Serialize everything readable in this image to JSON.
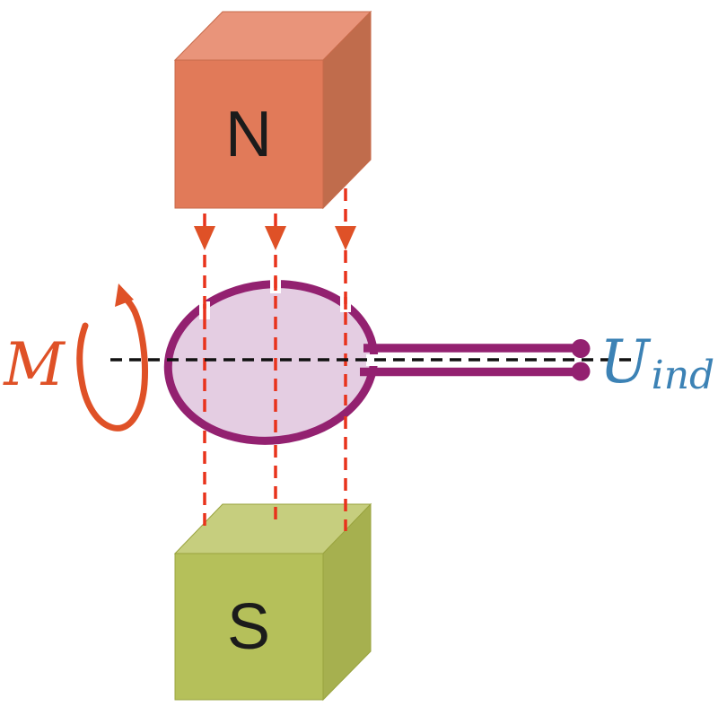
{
  "theme": {
    "bg": "#ffffff",
    "magnet-n-front": "#E17A59",
    "magnet-n-top": "#E9947A",
    "magnet-n-side": "#C06C4C",
    "magnet-n-edge": "#C76A4A",
    "magnet-s-front": "#B5C05A",
    "magnet-s-top": "#C6CE7E",
    "magnet-s-side": "#A6B04F",
    "magnet-s-edge": "#99A33F",
    "coil-stroke": "#932170",
    "coil-fill": "#E4CDE2",
    "field-line": "#E8331C",
    "arrow-orange": "#DF5127",
    "rotation-color": "#DF5127",
    "voltage-color": "#3C82B5",
    "axis-color": "#111111",
    "letter-color": "#1B1B1B"
  },
  "labels": {
    "north_pole": "N",
    "south_pole": "S",
    "torque": "M",
    "induced_voltage_main": "U",
    "induced_voltage_sub": "ind"
  },
  "diagram": {
    "field_line_count": 3,
    "terminal_count": 2
  }
}
